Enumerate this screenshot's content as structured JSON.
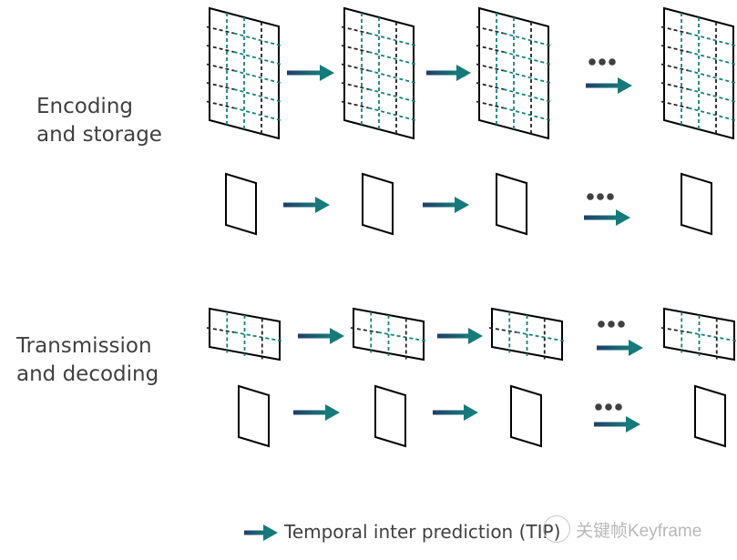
{
  "labels": {
    "encoding_line1": "Encoding",
    "encoding_line2": "and storage",
    "transmission_line1": "Transmission",
    "transmission_line2": "and decoding"
  },
  "legend": {
    "text": "Temporal inter prediction (TIP)"
  },
  "watermark": {
    "text": "关键帧Keyframe"
  },
  "colors": {
    "arrow_start": "#1f3f6a",
    "arrow_end": "#177a7a",
    "grid_teal": "#178080",
    "frame": "#000000",
    "dots": "#404040"
  }
}
